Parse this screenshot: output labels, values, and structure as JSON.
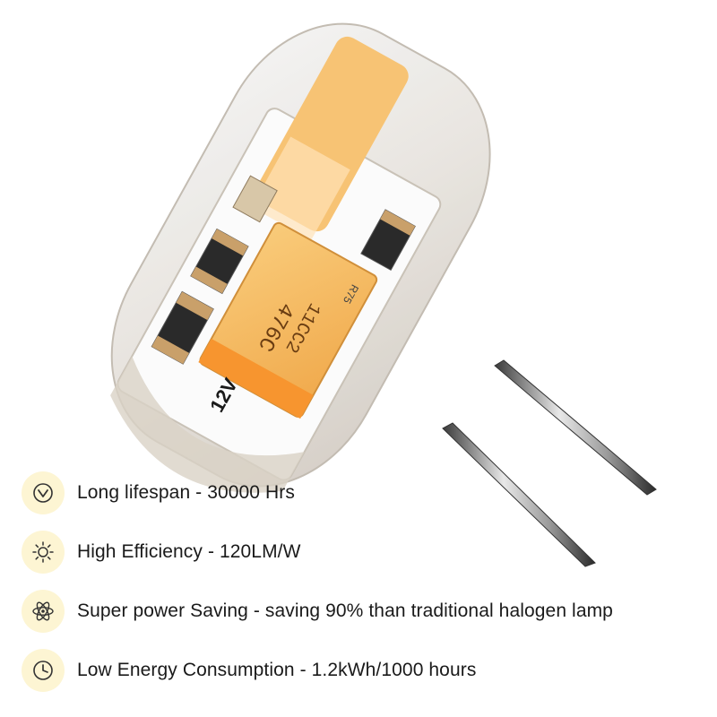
{
  "product": {
    "chip_marking_line1": "476C",
    "chip_marking_line2": "11CC2",
    "resistor_marking": "R75",
    "voltage_marking": "12V"
  },
  "features": [
    {
      "icon": "checkmark-circle-icon",
      "text": "Long lifespan - 30000 Hrs"
    },
    {
      "icon": "sun-icon",
      "text": "High Efficiency - 120LM/W"
    },
    {
      "icon": "atom-icon",
      "text": "Super power Saving - saving 90% than traditional halogen lamp"
    },
    {
      "icon": "clock-icon",
      "text": "Low Energy Consumption - 1.2kWh/1000 hours"
    }
  ],
  "colors": {
    "icon_background": "#fdf5d3",
    "chip_color": "#f6b85c",
    "cob_color": "#f7c374",
    "icon_stroke": "#333333"
  }
}
